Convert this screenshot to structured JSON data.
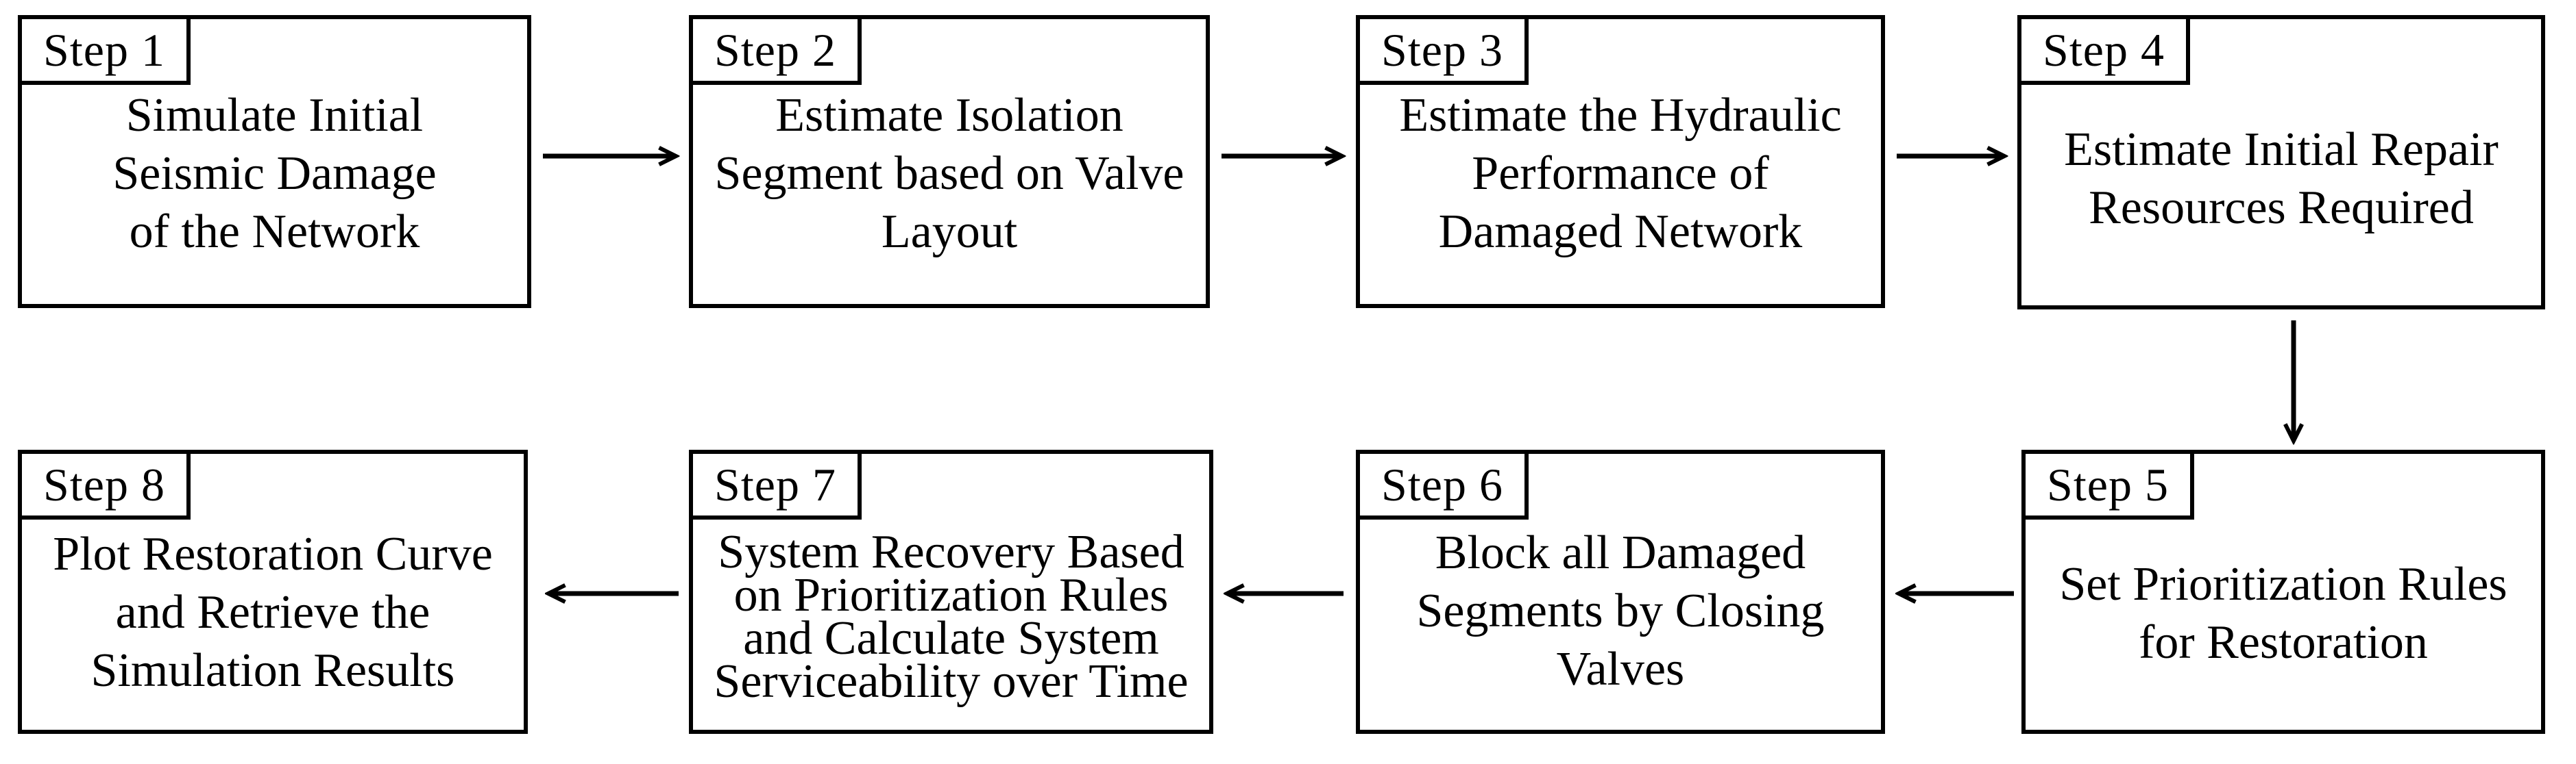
{
  "figure": {
    "type": "flowchart",
    "background_color": "#ffffff",
    "line_color": "#000000",
    "box_fill_color": "#ffffff"
  },
  "steps": [
    {
      "label": "Step 1",
      "text": "Simulate Initial\nSeismic Damage\nof the Network"
    },
    {
      "label": "Step 2",
      "text": "Estimate Isolation\nSegment based on Valve\nLayout"
    },
    {
      "label": "Step 3",
      "text": "Estimate the Hydraulic\nPerformance of\nDamaged Network"
    },
    {
      "label": "Step 4",
      "text": "Estimate Initial Repair\nResources Required"
    },
    {
      "label": "Step 5",
      "text": "Set Prioritization Rules\nfor Restoration"
    },
    {
      "label": "Step 6",
      "text": "Block all Damaged\nSegments by Closing\nValves"
    },
    {
      "label": "Step 7",
      "text": "System Recovery Based\non Prioritization Rules\nand Calculate System\nServiceability over Time"
    },
    {
      "label": "Step 8",
      "text": "Plot Restoration Curve\nand Retrieve the\nSimulation Results"
    }
  ],
  "flow": {
    "arrows": [
      {
        "from": "Step 1",
        "to": "Step 2",
        "direction": "right"
      },
      {
        "from": "Step 2",
        "to": "Step 3",
        "direction": "right"
      },
      {
        "from": "Step 3",
        "to": "Step 4",
        "direction": "right"
      },
      {
        "from": "Step 4",
        "to": "Step 5",
        "direction": "down"
      },
      {
        "from": "Step 5",
        "to": "Step 6",
        "direction": "left"
      },
      {
        "from": "Step 6",
        "to": "Step 7",
        "direction": "left"
      },
      {
        "from": "Step 7",
        "to": "Step 8",
        "direction": "left"
      }
    ]
  }
}
